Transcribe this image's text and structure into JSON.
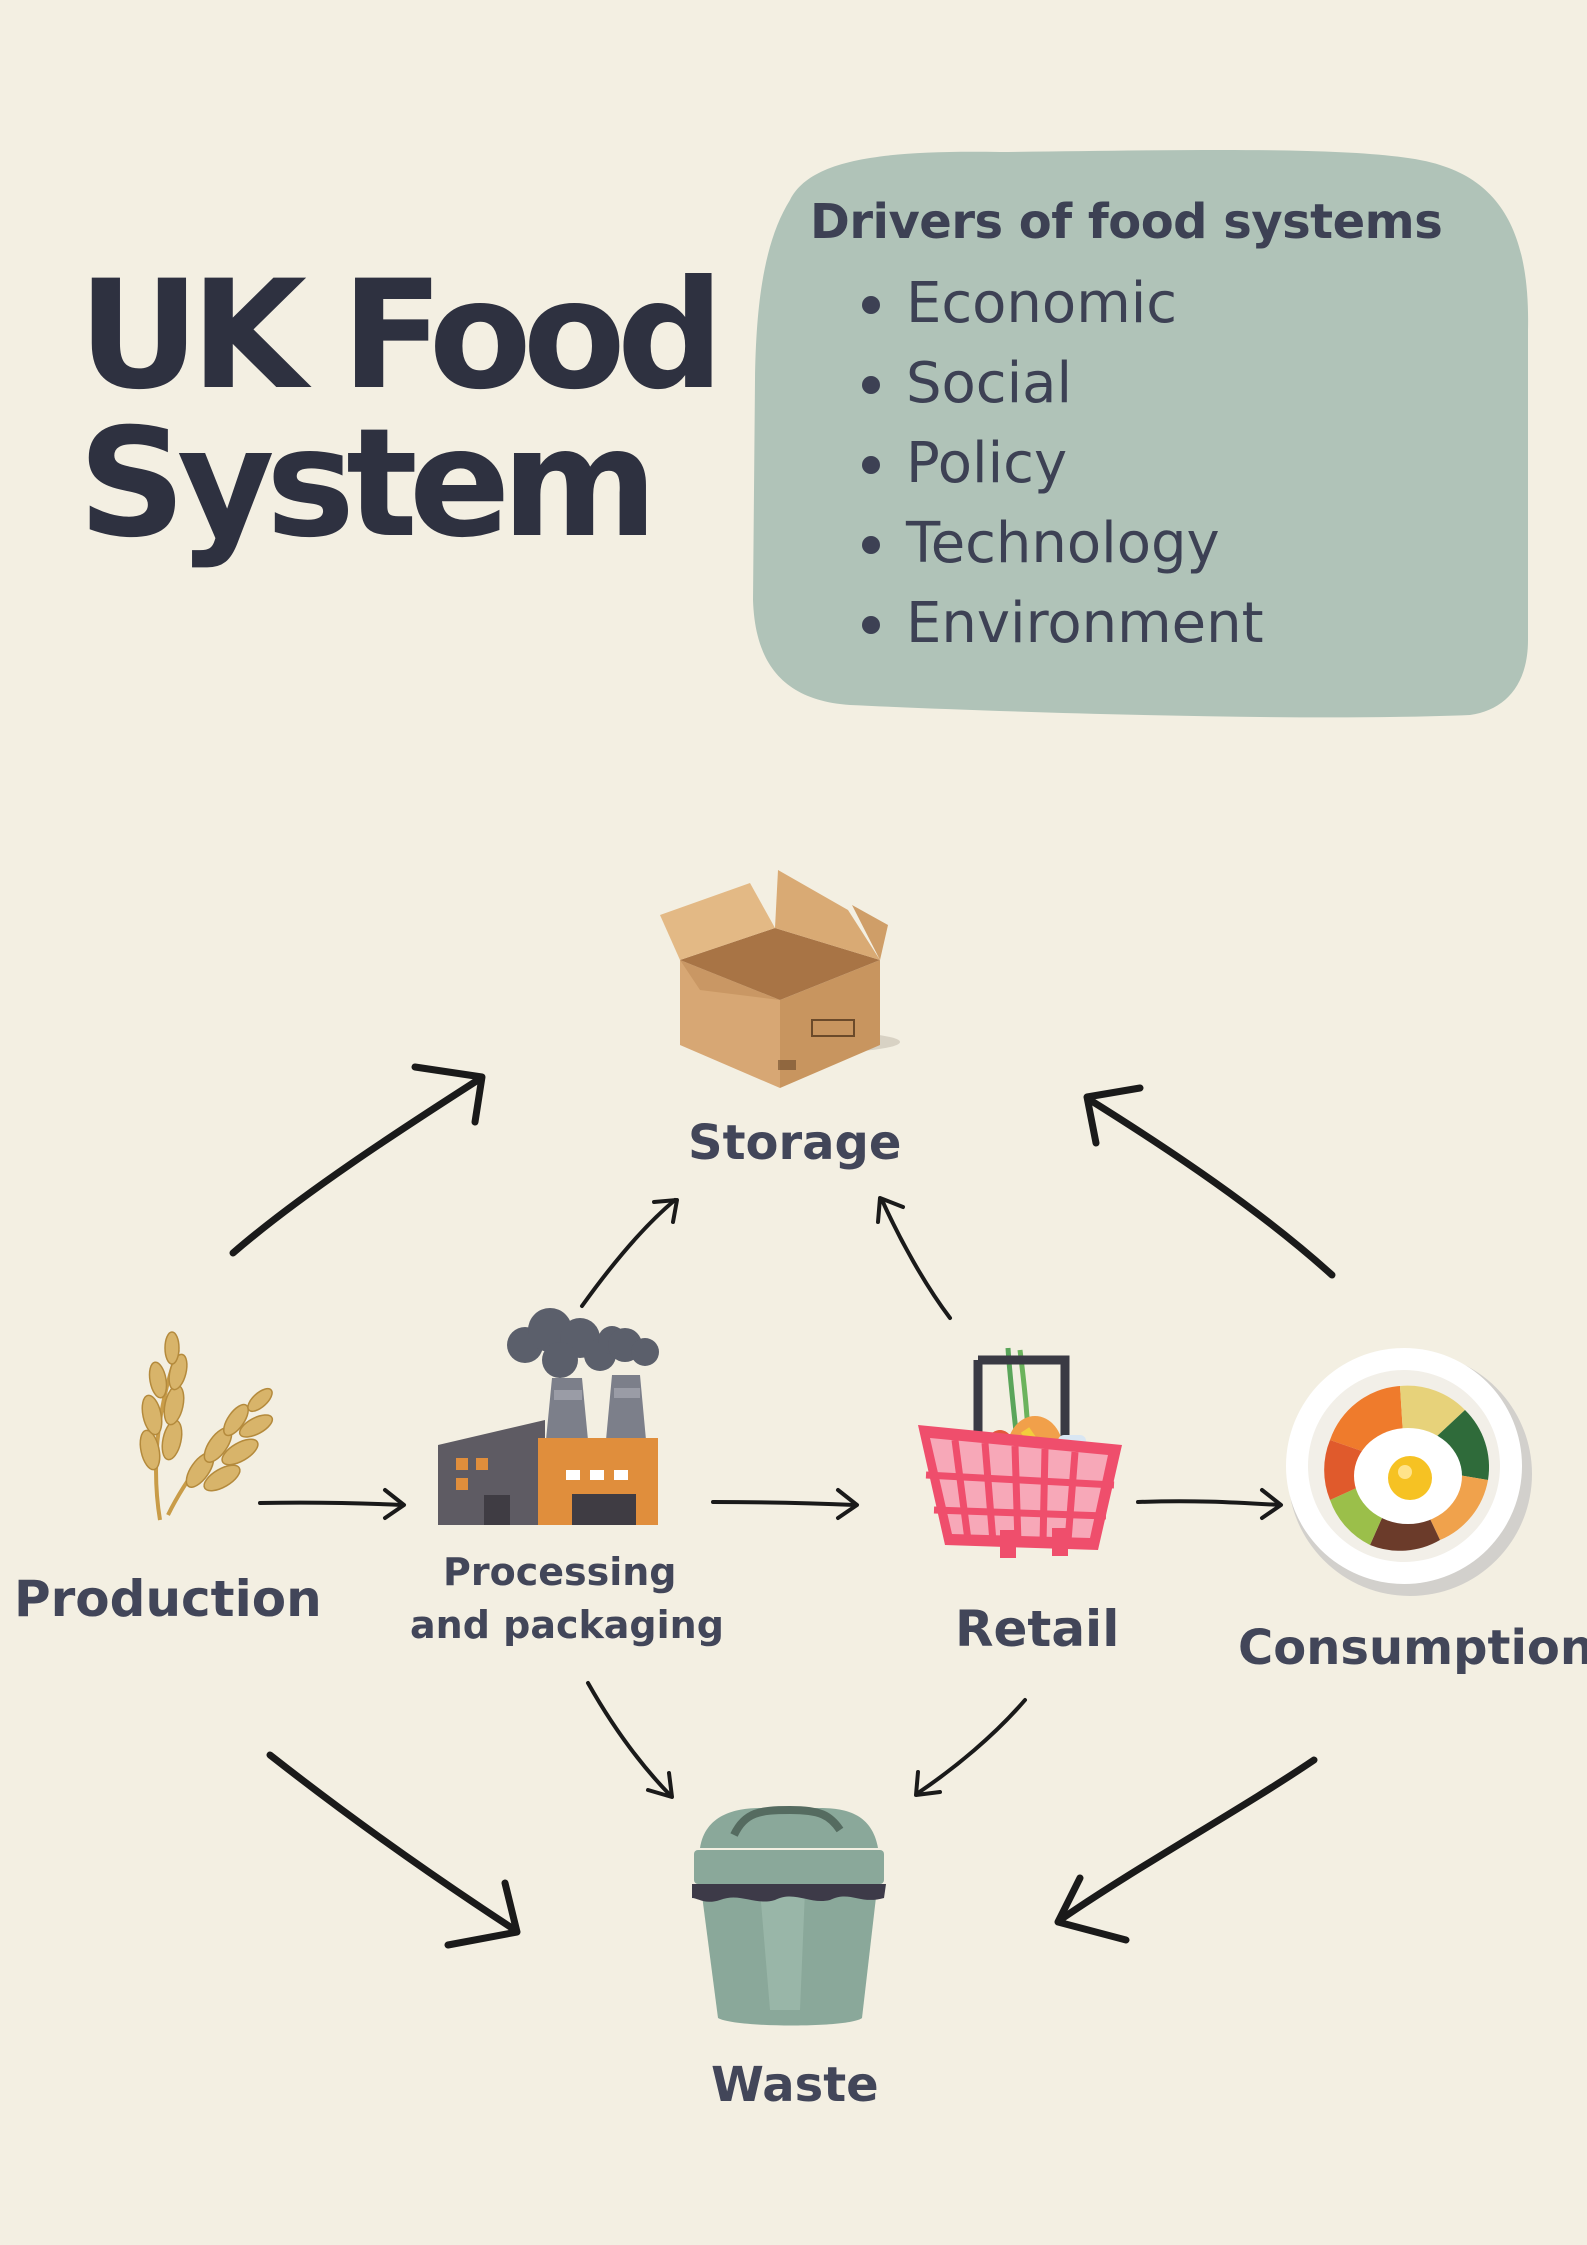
{
  "title": {
    "line1": "UK Food",
    "line2": "System"
  },
  "drivers": {
    "heading": "Drivers of food systems",
    "items": [
      "Economic",
      "Social",
      "Policy",
      "Technology",
      "Environment"
    ],
    "panel_color": "#b0c3b8"
  },
  "stages": {
    "storage": "Storage",
    "production": "Production",
    "processing_line1": "Processing",
    "processing_line2": "and packaging",
    "retail": "Retail",
    "consumption": "Consumption",
    "waste": "Waste"
  },
  "flows": [
    [
      "Production",
      "Storage"
    ],
    [
      "Production",
      "Processing and packaging"
    ],
    [
      "Production",
      "Waste"
    ],
    [
      "Processing and packaging",
      "Storage"
    ],
    [
      "Processing and packaging",
      "Retail"
    ],
    [
      "Processing and packaging",
      "Waste"
    ],
    [
      "Retail",
      "Storage"
    ],
    [
      "Retail",
      "Consumption"
    ],
    [
      "Retail",
      "Waste"
    ],
    [
      "Consumption",
      "Storage"
    ],
    [
      "Consumption",
      "Waste"
    ]
  ],
  "icons": [
    "cardboard-box-icon",
    "wheat-icon",
    "factory-icon",
    "shopping-basket-icon",
    "food-bowl-icon",
    "trash-bin-icon"
  ],
  "colors": {
    "background": "#f3efe2",
    "text": "#2e3140",
    "arrow": "#1a1a1a"
  }
}
